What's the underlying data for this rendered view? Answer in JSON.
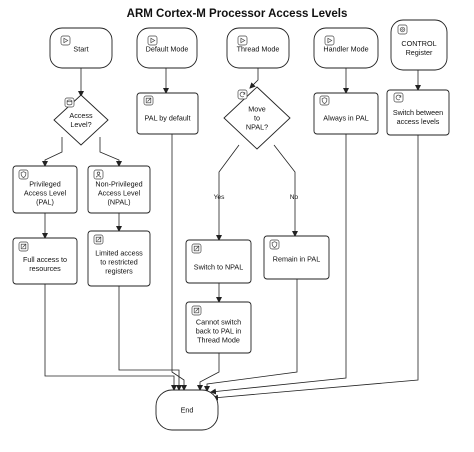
{
  "title": "ARM Cortex-M Processor Access Levels",
  "nodes": {
    "start": {
      "lines": [
        "Start"
      ],
      "icon": "play-icon"
    },
    "default_mode": {
      "lines": [
        "Default Mode"
      ],
      "icon": "play-icon"
    },
    "thread_mode": {
      "lines": [
        "Thread Mode"
      ],
      "icon": "play-icon"
    },
    "handler_mode": {
      "lines": [
        "Handler Mode"
      ],
      "icon": "play-icon"
    },
    "control_register": {
      "lines": [
        "CONTROL",
        "Register"
      ],
      "icon": "gear-icon"
    },
    "access_level": {
      "lines": [
        "Access",
        "Level?"
      ],
      "icon": "database-icon"
    },
    "pal_default": {
      "lines": [
        "PAL by default"
      ],
      "icon": "edit-icon"
    },
    "move_npal": {
      "lines": [
        "Move",
        "to",
        "NPAL?"
      ],
      "icon": "refresh-icon"
    },
    "always_pal": {
      "lines": [
        "Always in PAL"
      ],
      "icon": "shield-icon"
    },
    "switch_levels": {
      "lines": [
        "Switch between",
        "access levels"
      ],
      "icon": "refresh-icon"
    },
    "privileged": {
      "lines": [
        "Privileged",
        "Access Level",
        "(PAL)"
      ],
      "icon": "shield-icon"
    },
    "non_privileged": {
      "lines": [
        "Non-Privileged",
        "Access Level",
        "(NPAL)"
      ],
      "icon": "user-icon"
    },
    "full_access": {
      "lines": [
        "Full access to",
        "resources"
      ],
      "icon": "edit-icon"
    },
    "limited_access": {
      "lines": [
        "Limited access",
        "to restricted",
        "registers"
      ],
      "icon": "edit-icon"
    },
    "switch_npal": {
      "lines": [
        "Switch to NPAL"
      ],
      "icon": "edit-icon"
    },
    "remain_pal": {
      "lines": [
        "Remain in PAL"
      ],
      "icon": "shield-icon"
    },
    "cannot_switch": {
      "lines": [
        "Cannot switch",
        "back to PAL in",
        "Thread Mode"
      ],
      "icon": "edit-icon"
    },
    "end": {
      "lines": [
        "End"
      ],
      "icon": ""
    }
  },
  "edge_labels": {
    "yes": "Yes",
    "no": "No"
  }
}
